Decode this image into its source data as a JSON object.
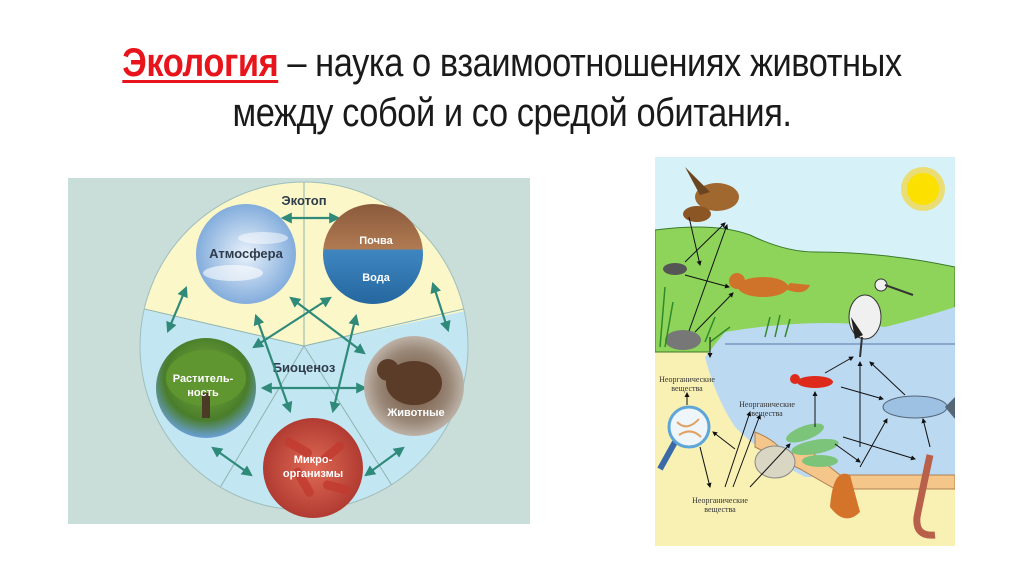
{
  "slide": {
    "title": {
      "keyword": "Экология",
      "line1_rest": " – наука о взаимоотношениях животных",
      "line2": "между собой и со средой обитания."
    }
  },
  "ecosystem_diagram": {
    "ecotope_label": "Экотоп",
    "biocenosis_label": "Биоценоз",
    "nodes": {
      "atmosphere": "Атмосфера",
      "soil": "Почва",
      "water": "Вода",
      "plants_line1": "Раститель-",
      "plants_line2": "ность",
      "animals": "Животные",
      "micro_line1": "Микро-",
      "micro_line2": "организмы"
    },
    "colors": {
      "background": "#c9ddd9",
      "ecotope": "#fbf7c8",
      "biocenosis": "#c3e6f3",
      "arrow": "#2f8a7a"
    }
  },
  "food_web": {
    "labels": {
      "inorganic_1_line1": "Неорганические",
      "inorganic_1_line2": "вещества",
      "inorganic_2_line1": "Неорганические",
      "inorganic_2_line2": "вещества",
      "inorganic_3_line1": "Неорганические",
      "inorganic_3_line2": "вещества"
    },
    "colors": {
      "sky": "#d6f1f7",
      "grass": "#8fd45a",
      "water": "#bcd9f2",
      "sand": "#f9f1b4"
    }
  }
}
